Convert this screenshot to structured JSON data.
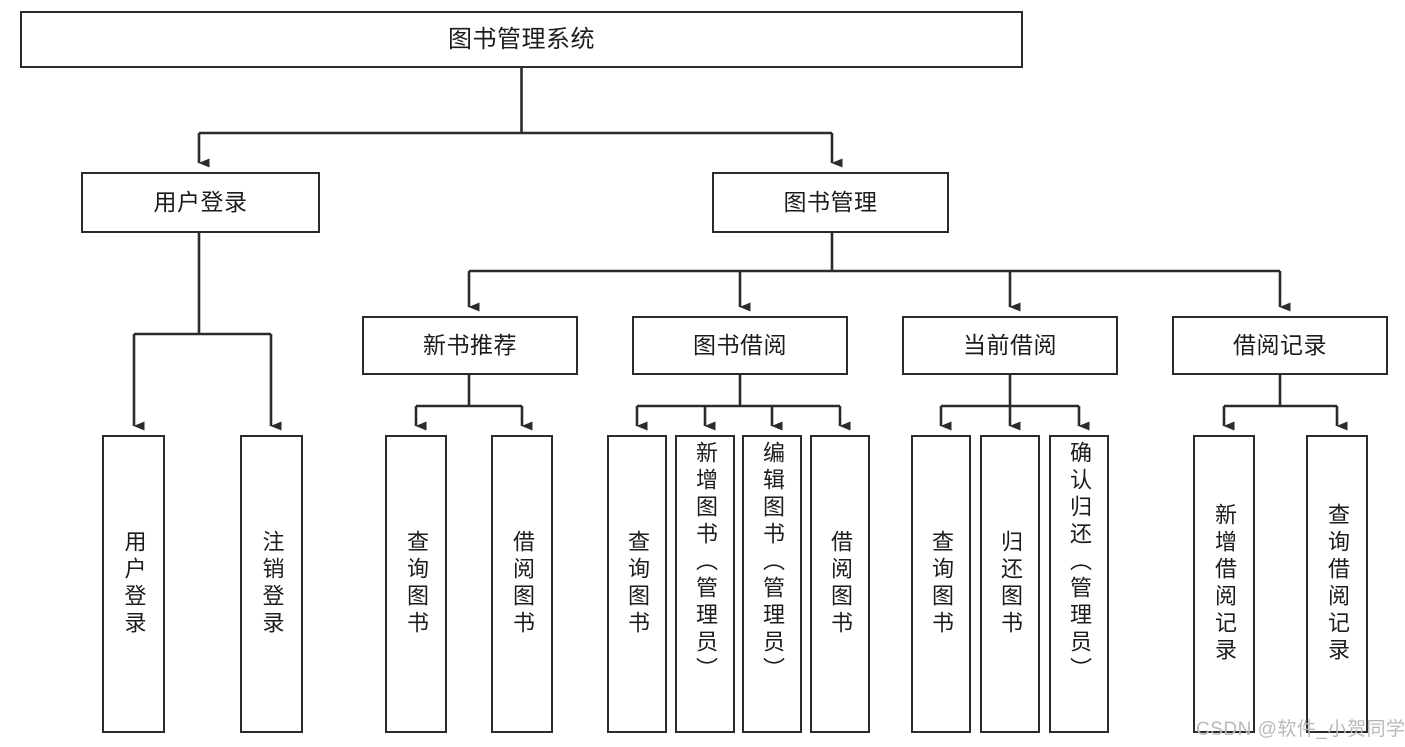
{
  "diagram": {
    "title": "图书管理系统",
    "type": "tree-hierarchy-diagram",
    "watermark": "CSDN @软件_小贺同学",
    "colors": {
      "stroke": "#2b2b2b",
      "background": "#ffffff",
      "text": "#1c1c1c",
      "watermark": "#b9b9b9"
    },
    "levels": {
      "root": {
        "label": "图书管理系统"
      },
      "level2": [
        {
          "label": "用户登录"
        },
        {
          "label": "图书管理"
        }
      ],
      "level3": [
        {
          "label": "新书推荐"
        },
        {
          "label": "图书借阅"
        },
        {
          "label": "当前借阅"
        },
        {
          "label": "借阅记录"
        }
      ],
      "leaves": {
        "user_login": [
          {
            "label": "用户登录"
          },
          {
            "label": "注销登录"
          }
        ],
        "new_book_recommend": [
          {
            "label": "查询图书"
          },
          {
            "label": "借阅图书"
          }
        ],
        "book_borrow": [
          {
            "label": "查询图书"
          },
          {
            "label": "新增图书（管理员）"
          },
          {
            "label": "编辑图书（管理员）"
          },
          {
            "label": "借阅图书"
          }
        ],
        "current_borrow": [
          {
            "label": "查询图书"
          },
          {
            "label": "归还图书"
          },
          {
            "label": "确认归还（管理员）"
          }
        ],
        "borrow_record": [
          {
            "label": "新增借阅记录"
          },
          {
            "label": "查询借阅记录"
          }
        ]
      }
    }
  }
}
